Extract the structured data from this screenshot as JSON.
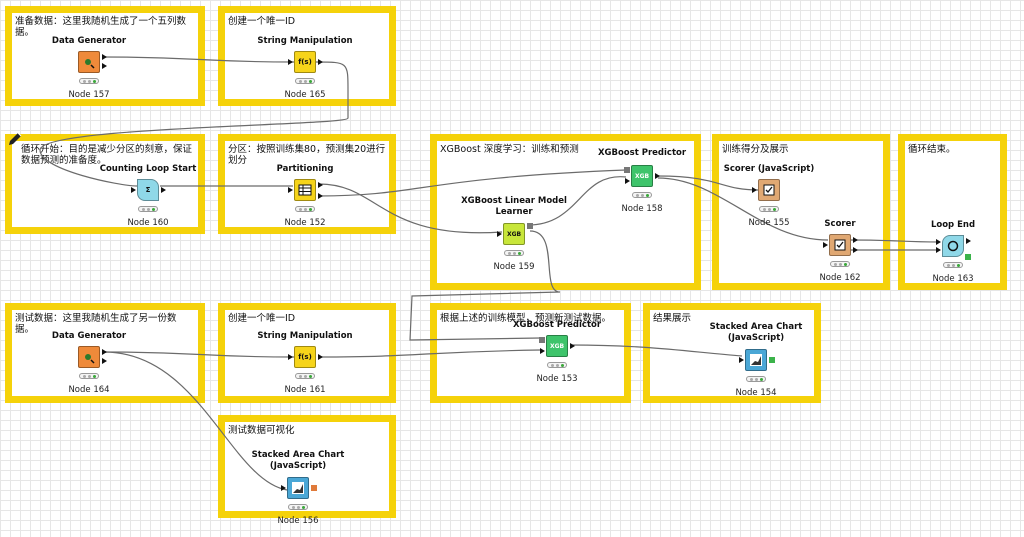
{
  "annotations": {
    "prep": "准备数据：这里我随机生成了一个五列数据。",
    "uid1": "创建一个唯一ID",
    "loop_start": "循环开始：目的是减少分区的刻意，保证数据预测的准备度。",
    "partition": "分区：按照训练集80，预测集20进行划分",
    "xgb": "XGBoost 深度学习：训练和预测",
    "score": "训练得分及展示",
    "loop_end": "循环结束。",
    "test": "测试数据：这里我随机生成了另一份数据。",
    "uid2": "创建一个唯一ID",
    "predict": "根据上述的训练模型，预测新测试数据。",
    "result": "结果展示",
    "viz": "测试数据可视化"
  },
  "nodes": {
    "n157": {
      "title": "Data Generator",
      "label": "Node 157",
      "icon": "data-generator-icon",
      "color": "#ef8a3a"
    },
    "n165": {
      "title": "String Manipulation",
      "label": "Node 165",
      "icon": "string-manipulation-icon",
      "glyph": "f(s)",
      "color": "#f6d41a"
    },
    "n160": {
      "title": "Counting Loop Start",
      "label": "Node 160",
      "icon": "loop-start-icon",
      "glyph": "Σ",
      "color": "#8fd8e8"
    },
    "n152": {
      "title": "Partitioning",
      "label": "Node 152",
      "icon": "partitioning-icon",
      "glyph": "▦",
      "color": "#f6d41a"
    },
    "n158": {
      "title": "XGBoost Predictor",
      "label": "Node 158",
      "icon": "xgboost-predictor-icon",
      "glyph": "XGB",
      "color": "#3ec46b"
    },
    "n159": {
      "title": "XGBoost Linear Model Learner",
      "label": "Node 159",
      "icon": "xgboost-learner-icon",
      "glyph": "XGB",
      "color": "#c8e63a"
    },
    "n155": {
      "title": "Scorer (JavaScript)",
      "label": "Node 155",
      "icon": "scorer-icon",
      "glyph": "✓",
      "color": "#e0a873"
    },
    "n162": {
      "title": "Scorer",
      "label": "Node 162",
      "icon": "scorer-icon",
      "glyph": "✓",
      "color": "#e0a873"
    },
    "n163": {
      "title": "Loop End",
      "label": "Node 163",
      "icon": "loop-end-icon",
      "glyph": "◉",
      "color": "#8fd8e8"
    },
    "n164": {
      "title": "Data Generator",
      "label": "Node 164",
      "icon": "data-generator-icon",
      "color": "#ef8a3a"
    },
    "n161": {
      "title": "String Manipulation",
      "label": "Node 161",
      "icon": "string-manipulation-icon",
      "glyph": "f(s)",
      "color": "#f6d41a"
    },
    "n153": {
      "title": "XGBoost Predictor",
      "label": "Node 153",
      "icon": "xgboost-predictor-icon",
      "glyph": "XGB",
      "color": "#3ec46b"
    },
    "n154": {
      "title": "Stacked Area Chart (JavaScript)",
      "label": "Node 154",
      "icon": "stacked-area-chart-icon",
      "color": "#4aa7d6"
    },
    "n156": {
      "title": "Stacked Area Chart (JavaScript)",
      "label": "Node 156",
      "icon": "stacked-area-chart-icon",
      "color": "#4aa7d6"
    }
  },
  "colors": {
    "annotation_border": "#f5d20a",
    "connection": "#6b6b6b",
    "grid": "#e6e6e6"
  }
}
